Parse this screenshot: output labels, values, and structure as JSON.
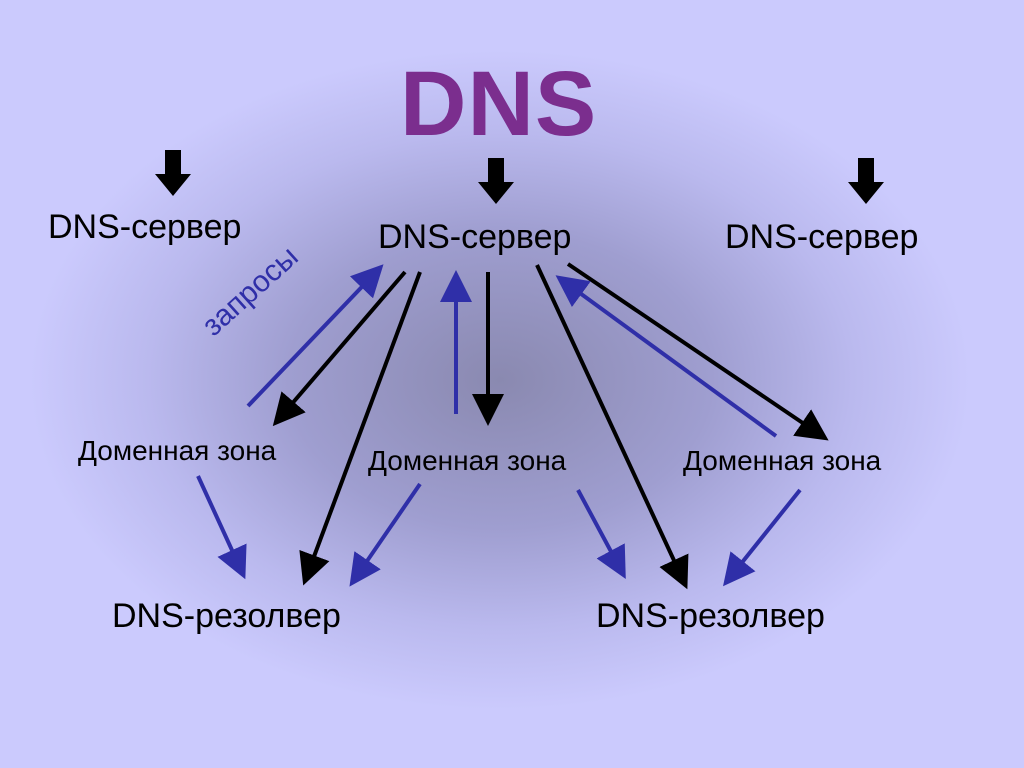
{
  "title": "DNS",
  "servers": [
    "DNS-сервер",
    "DNS-сервер",
    "DNS-сервер"
  ],
  "query_label": "запросы",
  "zones": [
    "Доменная зона",
    "Доменная зона",
    "Доменная зона"
  ],
  "resolvers": [
    "DNS-резолвер",
    "DNS-резолвер"
  ],
  "colors": {
    "title": "#7b2e8e",
    "black_arrow": "#000000",
    "blue_arrow": "#2f2fa8",
    "background": "#cbcafd"
  }
}
